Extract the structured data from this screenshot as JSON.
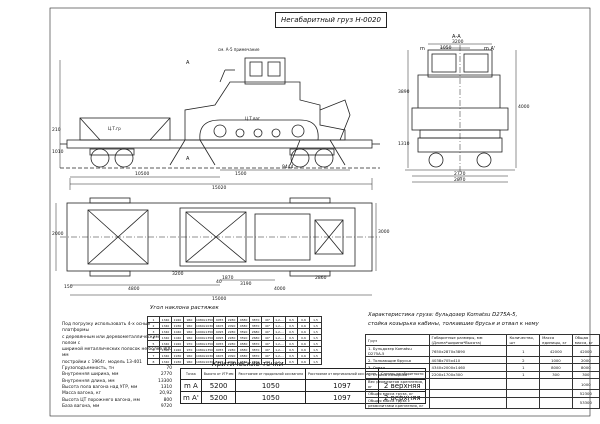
{
  "title": "Негабаритный груз Н-0020",
  "labels": {
    "section": "А-А",
    "note": "см. А-5 примечание",
    "cargo": "Ц.Т.гр",
    "cargo_b": "Ц.Т.ваг",
    "mark_m": "m",
    "mark_mA": "m А'",
    "arrow_a": "А",
    "arrow_a2": "А"
  },
  "dims": {
    "total_length": "15020",
    "len_10500": "10500",
    "len_9444": "9444",
    "len_1500": "1500",
    "plan_15000": "15000",
    "plan_4800": "4800",
    "plan_3190": "3190",
    "plan_1870": "1870",
    "plan_2860": "2860",
    "plan_3000": "3000",
    "plan_2000": "2000",
    "plan_3200": "3200",
    "plan_150": "150",
    "plan_40": "40",
    "plan_4000": "4000",
    "end_3200": "3200",
    "end_1050": "1050",
    "end_2770": "2770",
    "end_2870": "2870",
    "end_4000": "4000",
    "end_3890": "3890",
    "end_1310": "1310",
    "side_1010": "1010",
    "side_210": "210"
  },
  "spec_list": {
    "intro_lines": [
      "Под погрузку использовать 4-х осные платформы",
      "с деревянным или деревометаллическим полом с",
      "шириной металлических полосок не более 800 мм",
      "постройки с 1964г. модель 13-401"
    ],
    "rows": [
      {
        "label": "Грузоподъемность, тн",
        "value": "70"
      },
      {
        "label": "Внутренняя ширина, мм",
        "value": "2770"
      },
      {
        "label": "Внутренняя длина, мм",
        "value": "13300"
      },
      {
        "label": "Высота пола вагона над УГР, мм",
        "value": "1310"
      },
      {
        "label": "Масса вагона, кг",
        "value": "20,92"
      },
      {
        "label": "Высота ЦТ порожнего вагона, мм",
        "value": "800"
      },
      {
        "label": "База вагона, мм",
        "value": "9720"
      }
    ]
  },
  "slope_caption": "Угол наклона растяжек",
  "slope_table": {
    "rows": [
      [
        "1",
        "1340",
        "1920",
        "960",
        "1980x1350",
        "4055",
        "2280",
        "4580",
        "3870",
        "40°",
        "1,2-...",
        "0,5",
        "0,6",
        "1,5"
      ],
      [
        "2",
        "1340",
        "1930",
        "960",
        "1960x1030",
        "4405",
        "2090",
        "4580",
        "3870",
        "40°",
        "1,2-...",
        "0,5",
        "0,6",
        "1,5"
      ],
      [
        "3",
        "1340",
        "1040",
        "960",
        "1990x1350",
        "4095",
        "2280",
        "3590",
        "2680",
        "40°",
        "1,2-...",
        "0,5",
        "0,6",
        "1,5"
      ],
      [
        "4",
        "1340",
        "1040",
        "960",
        "1990x1350",
        "4095",
        "2280",
        "3590",
        "2680",
        "40°",
        "1,2-...",
        "0,5",
        "0,6",
        "1,5"
      ],
      [
        "5",
        "1340",
        "1920",
        "970",
        "1980x1350",
        "4055",
        "2280",
        "4580",
        "3870",
        "40°",
        "1,2-...",
        "0,5",
        "0,6",
        "1,5"
      ],
      [
        "6",
        "1340",
        "1920",
        "970",
        "1980x1350",
        "4055",
        "2280",
        "4580",
        "3870",
        "40°",
        "1,2-...",
        "0,5",
        "0,6",
        "1,5"
      ],
      [
        "7",
        "1340",
        "1930",
        "960",
        "1960x1030",
        "4405",
        "2090",
        "4580",
        "3870",
        "40°",
        "1,2-...",
        "0,5",
        "0,6",
        "1,5"
      ],
      [
        "8",
        "1340",
        "1930",
        "960",
        "1960x1030",
        "4405",
        "2090",
        "4580",
        "3870",
        "40°",
        "1,2-...",
        "0,5",
        "0,6",
        "1,5"
      ]
    ]
  },
  "critical_caption": "Критические точки",
  "critical_table": {
    "headers": [
      "Точка",
      "Высота от УГР мм",
      "Расстояние от продольной оси вагона",
      "Расстояние от вертикальной оси вагона",
      "Степень негабаритности"
    ],
    "rows": [
      [
        "m А",
        "5200",
        "1050",
        "1097",
        "2 верхняя"
      ],
      [
        "m А'",
        "5200",
        "1050",
        "1097",
        "2 верхняя"
      ]
    ]
  },
  "char_title": [
    "Характеристика груза: бульдозер Komatsu D275A-5,",
    "стойка козырька кабины, толкавшие брусья и отвал к нему"
  ],
  "char_table": {
    "headers": [
      "Груз",
      "Габаритные размеры, мм (Длина*ширина*Высота)",
      "Количество, шт",
      "Масса единицы, кг",
      "Общая масса, кг"
    ],
    "rows": [
      [
        "1. Бульдозер Komatsu D275A-5",
        "7650x2870x3890",
        "1",
        "42000",
        "42000"
      ],
      [
        "2. Толкающие брусья",
        "4038x705x410",
        "2",
        "1000",
        "2000"
      ],
      [
        "3. Отвал",
        "4340x2000x1460",
        "1",
        "8000",
        "8000"
      ],
      [
        "4. Стойка козырька",
        "2200x1700x300",
        "1",
        "300",
        "300"
      ],
      [
        "Вес реквизитов крепления, кг",
        "",
        "",
        "",
        "1000"
      ],
      [
        "Общая масса груза, кг",
        "",
        "",
        "",
        "52300"
      ],
      [
        "Общая масса груза с реквизитами крепления, кг",
        "",
        "",
        "",
        "53300"
      ]
    ]
  }
}
